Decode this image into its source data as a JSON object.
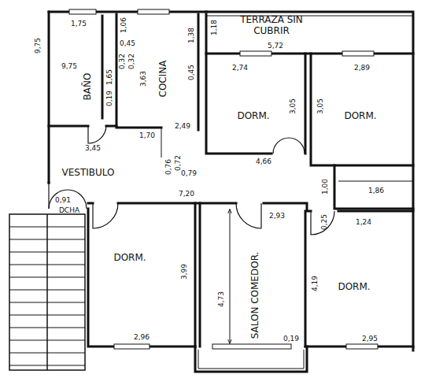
{
  "diagram": {
    "nodes": [
      {
        "text": [
          "BAÑO"
        ]
      },
      {
        "text": [
          "COCINA"
        ]
      },
      {
        "text": [
          "TERRAZA SIN CUBRIR"
        ]
      },
      {
        "text": [
          "DORM."
        ]
      },
      {
        "text": [
          "DORM."
        ]
      },
      {
        "text": [
          "VESTIBULO"
        ]
      },
      {
        "text": [
          "DORM."
        ]
      },
      {
        "text": [
          "SALON COMEDOR."
        ]
      },
      {
        "text": [
          "DORM."
        ]
      }
    ],
    "labels": [
      "1,75",
      "1,06",
      "9,75",
      "9,75",
      "0,45",
      "0,32",
      "0,32",
      "0,19",
      "1,65",
      "3,63",
      "1,38",
      "1,18",
      "5,72",
      "0,45",
      "2,74",
      "3,05",
      "3,05",
      "2,89",
      "3,45",
      "1,70",
      "2,49",
      "0,76",
      "0,72",
      "0,79",
      "4,66",
      "1,00",
      "1,86",
      "0,25",
      "1,24",
      "7,20",
      "0,91",
      "DCHA",
      "3,99",
      "2,96",
      "2,93",
      "4,73",
      "4,19",
      "0,19",
      "2,95"
    ]
  }
}
